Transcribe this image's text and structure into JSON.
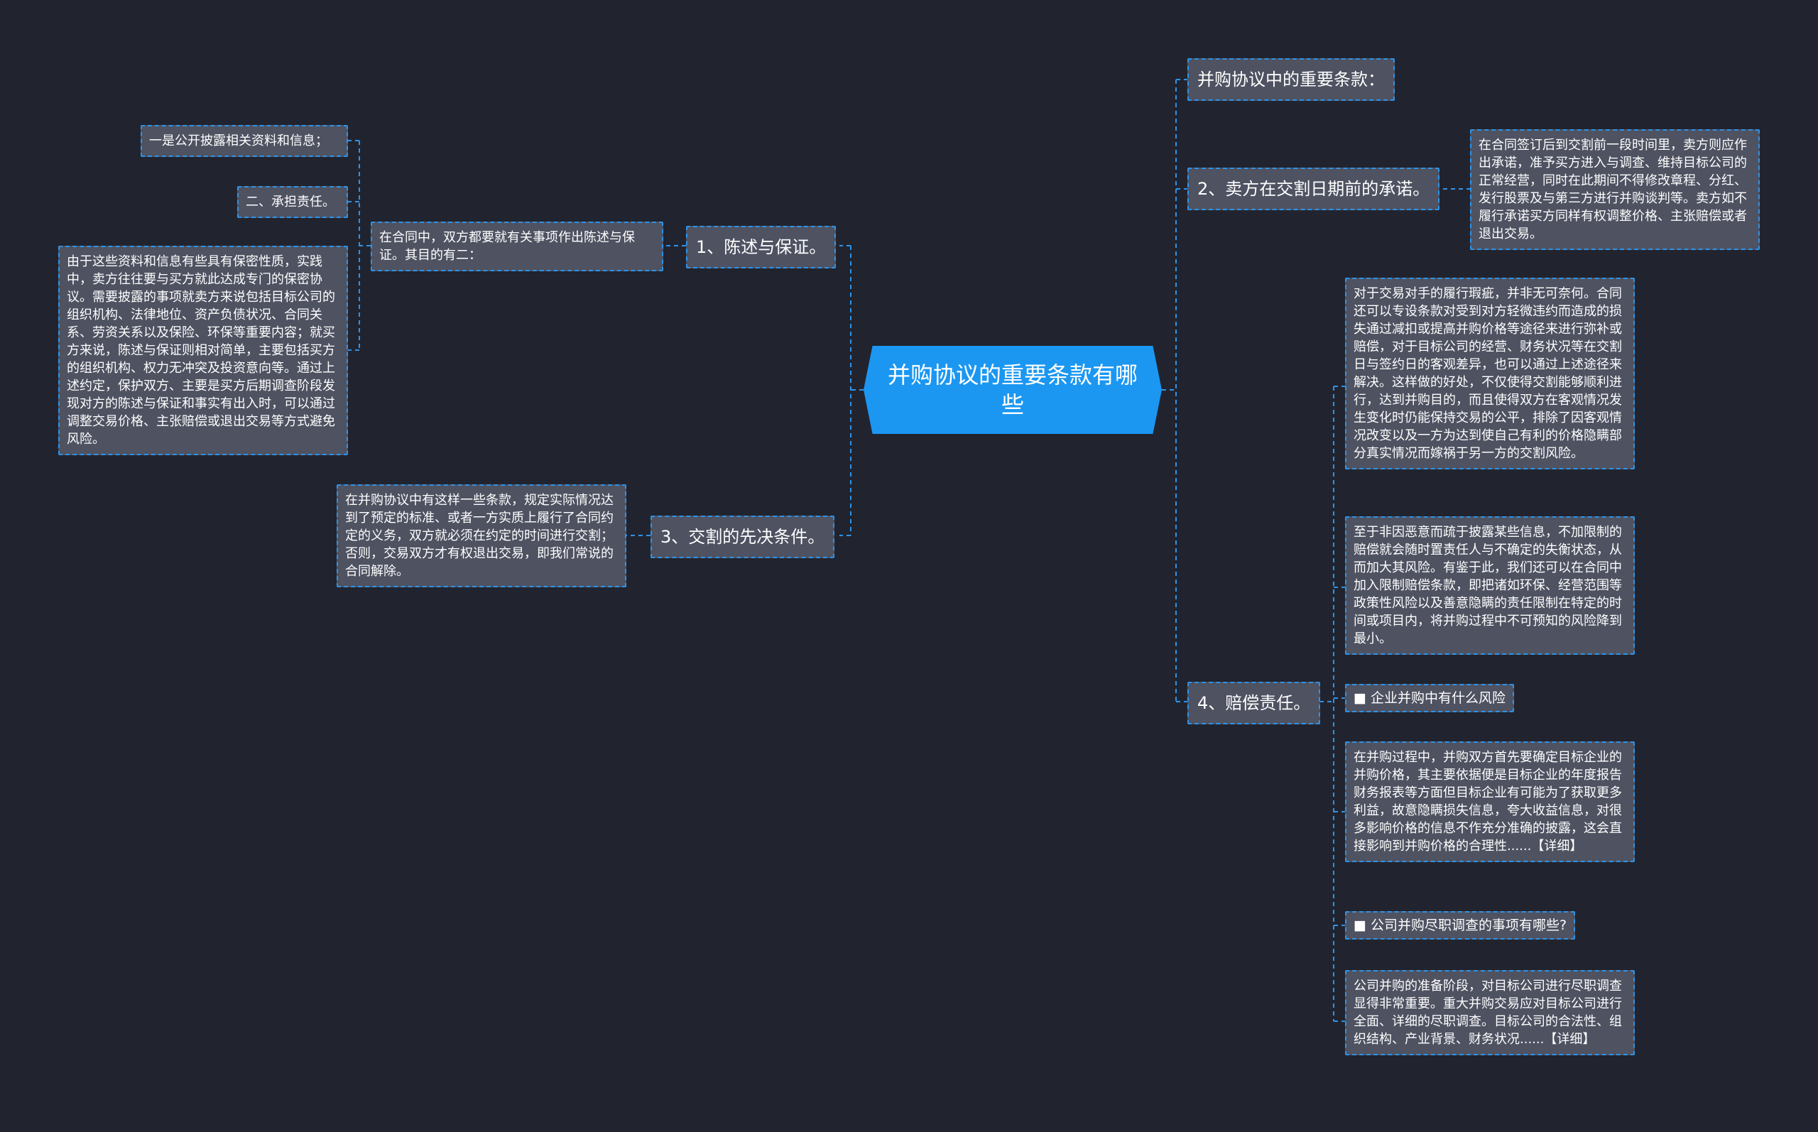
{
  "root": {
    "title": "并购协议的重要条款有哪些"
  },
  "right": {
    "b0": {
      "label": "并购协议中的重要条款："
    },
    "b1": {
      "label": "2、卖方在交割日期前的承诺。",
      "detail": "在合同签订后到交割前一段时间里，卖方则应作出承诺，准予买方进入与调查、维持目标公司的正常经营，同时在此期间不得修改章程、分红、发行股票及与第三方进行并购谈判等。卖方如不履行承诺买方同样有权调整价格、主张赔偿或者退出交易。"
    },
    "b2": {
      "label": "4、赔偿责任。",
      "c1": "对于交易对手的履行瑕疵，并非无可奈何。合同还可以专设条款对受到对方轻微违约而造成的损失通过减扣或提高并购价格等途径来进行弥补或赔偿，对于目标公司的经营、财务状况等在交割日与签约日的客观差异，也可以通过上述途径来解决。这样做的好处，不仅使得交割能够顺利进行，达到并购目的，而且使得双方在客观情况发生变化时仍能保持交易的公平，排除了因客观情况改变以及一方为达到使自己有利的价格隐瞒部分真实情况而嫁祸于另一方的交割风险。",
      "c2": "至于非因恶意而疏于披露某些信息，不加限制的赔偿就会随时置责任人与不确定的失衡状态，从而加大其风险。有鉴于此，我们还可以在合同中加入限制赔偿条款，即把诸如环保、经营范围等政策性风险以及善意隐瞒的责任限制在特定的时间或项目内，将并购过程中不可预知的风险降到最小。",
      "c3": "■ 企业并购中有什么风险",
      "c4": "在并购过程中，并购双方首先要确定目标企业的并购价格，其主要依据便是目标企业的年度报告财务报表等方面但目标企业有可能为了获取更多利益，故意隐瞒损失信息，夸大收益信息，对很多影响价格的信息不作充分准确的披露，这会直接影响到并购价格的合理性......【详细】",
      "c5": "■ 公司并购尽职调查的事项有哪些?",
      "c6": "公司并购的准备阶段，对目标公司进行尽职调查显得非常重要。重大并购交易应对目标公司进行全面、详细的尽职调查。目标公司的合法性、组织结构、产业背景、财务状况......【详细】"
    }
  },
  "left": {
    "b0": {
      "label": "1、陈述与保证。",
      "mid": "在合同中，双方都要就有关事项作出陈述与保证。其目的有二：",
      "leaf1": "一是公开披露相关资料和信息；",
      "leaf2": "二、承担责任。",
      "leaf3": "由于这些资料和信息有些具有保密性质，实践中，卖方往往要与买方就此达成专门的保密协议。需要披露的事项就卖方来说包括目标公司的组织机构、法律地位、资产负债状况、合同关系、劳资关系以及保险、环保等重要内容；就买方来说，陈述与保证则相对简单，主要包括买方的组织机构、权力无冲突及投资意向等。通过上述约定，保护双方、主要是买方后期调查阶段发现对方的陈述与保证和事实有出入时，可以通过调整交易价格、主张赔偿或退出交易等方式避免风险。"
    },
    "b1": {
      "label": "3、交割的先决条件。",
      "detail": "在并购协议中有这样一些条款，规定实际情况达到了预定的标准、或者一方实质上履行了合同约定的义务，双方就必须在约定的时间进行交割；否则，交易双方才有权退出交易，即我们常说的合同解除。"
    }
  },
  "colors": {
    "background": "#21242f",
    "node": "#4e5261",
    "accent": "#1b97f2",
    "connector": "#2f93e8"
  }
}
